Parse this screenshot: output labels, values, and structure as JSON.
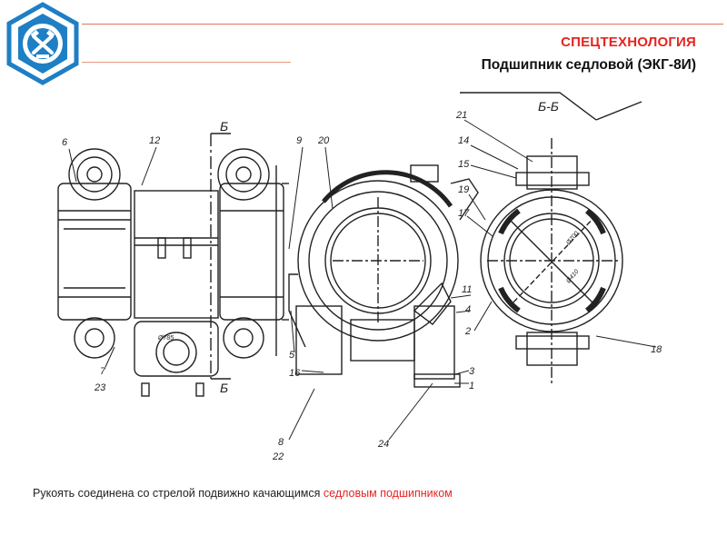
{
  "header": {
    "section": "СПЕЦТЕХНОЛОГИЯ",
    "title": "Подшипник седловой (ЭКГ-8И)"
  },
  "drawing": {
    "section_label": "Б-Б",
    "cut_label": "Б",
    "callouts": [
      "6",
      "12",
      "9",
      "20",
      "21",
      "14",
      "15",
      "19",
      "17",
      "11",
      "4",
      "2",
      "5",
      "16",
      "3",
      "1",
      "18",
      "7",
      "23",
      "8",
      "22",
      "24"
    ],
    "dims": [
      "Ø700",
      "Ø785",
      "Ø410"
    ]
  },
  "caption": {
    "text": "Рукоять соединена со стрелой подвижно качающимся ",
    "highlight": "седловым подшипником"
  },
  "colors": {
    "accent_red": "#e52420",
    "rule_line": "#d97b5a",
    "logo_blue": "#1e7fc4"
  }
}
